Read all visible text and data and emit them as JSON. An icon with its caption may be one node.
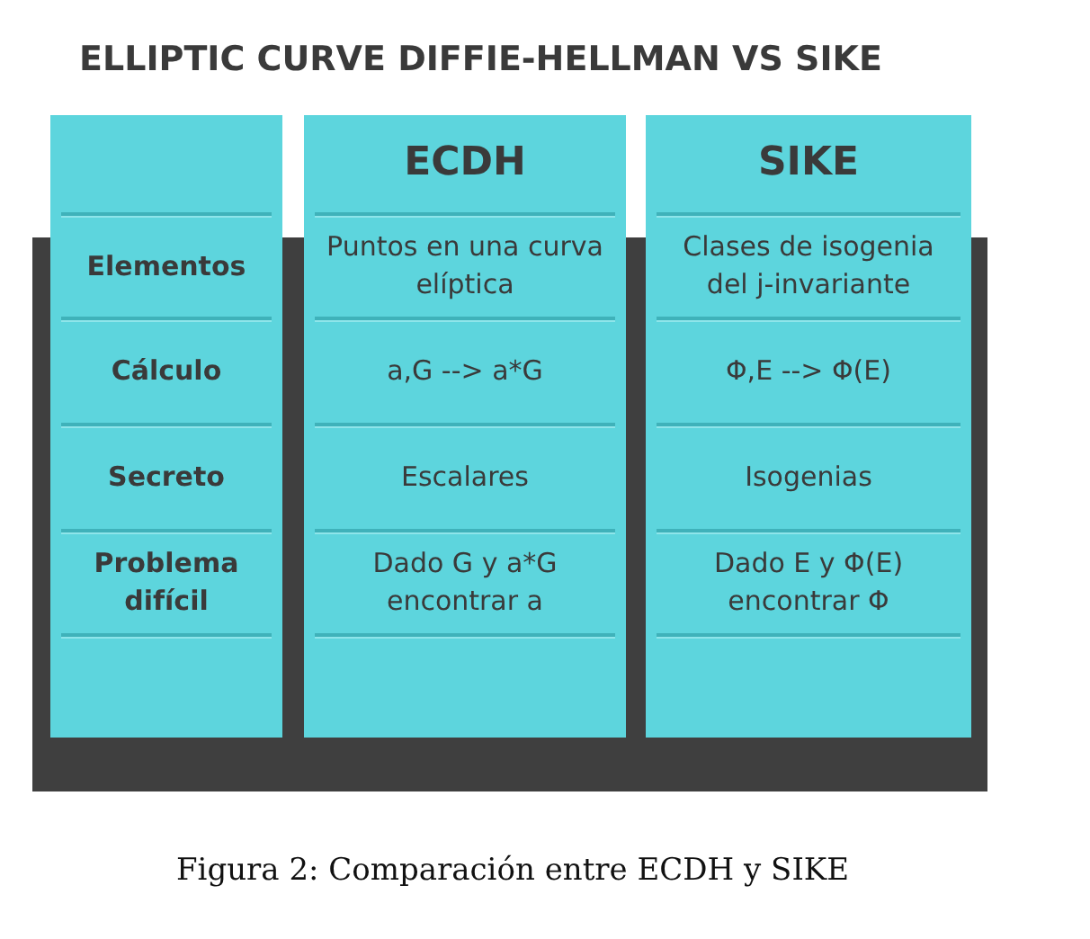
{
  "diagram": {
    "title": "ELLIPTIC CURVE DIFFIE-HELLMAN VS SIKE",
    "caption": "Figura 2: Comparación entre ECDH y SIKE",
    "labels": [
      "ECDH",
      "SIKE",
      "Elementos",
      "Puntos en una curva elíptica",
      "Clases de isogenia del j-invariante",
      "Cálculo",
      "a,G --> a*G",
      "Φ,E --> Φ(E)",
      "Secreto",
      "Escalares",
      "Isogenias",
      "Problema difícil",
      "Dado G y a*G encontrar a",
      "Dado E y Φ(E) encontrar Φ"
    ]
  }
}
